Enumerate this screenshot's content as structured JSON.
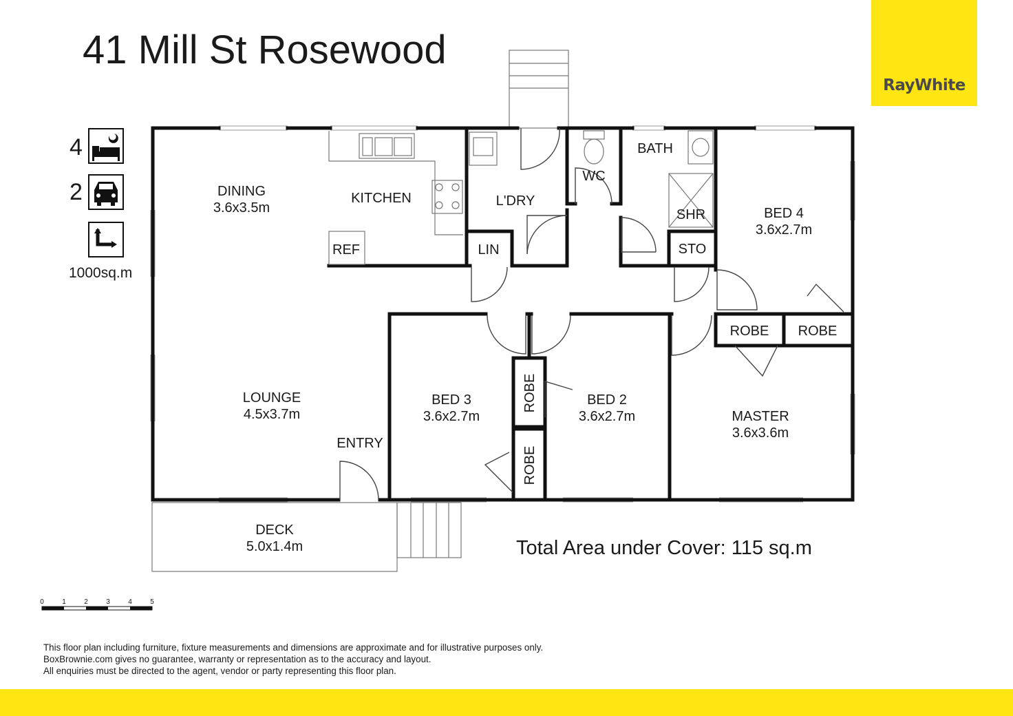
{
  "title": "41 Mill St Rosewood",
  "brand": {
    "name": "RayWhite",
    "color": "#ffe512"
  },
  "stats": {
    "bedrooms": "4",
    "parking": "2",
    "land_area": "1000sq.m"
  },
  "icons": [
    "bed-icon",
    "car-icon",
    "land-area-icon"
  ],
  "rooms": {
    "dining": {
      "name": "DINING",
      "size": "3.6x3.5m"
    },
    "kitchen": {
      "name": "KITCHEN"
    },
    "ref": {
      "name": "REF"
    },
    "laundry": {
      "name": "L'DRY"
    },
    "linen": {
      "name": "LIN"
    },
    "wc": {
      "name": "WC"
    },
    "bath": {
      "name": "BATH"
    },
    "shower": {
      "name": "SHR"
    },
    "storage": {
      "name": "STO"
    },
    "bed4": {
      "name": "BED 4",
      "size": "3.6x2.7m"
    },
    "lounge": {
      "name": "LOUNGE",
      "size": "4.5x3.7m"
    },
    "entry": {
      "name": "ENTRY"
    },
    "bed3": {
      "name": "BED 3",
      "size": "3.6x2.7m"
    },
    "bed2": {
      "name": "BED 2",
      "size": "3.6x2.7m"
    },
    "robe_upper": {
      "name": "ROBE"
    },
    "robe_lower": {
      "name": "ROBE"
    },
    "robe_master": {
      "name": "ROBE"
    },
    "robe_bed4": {
      "name": "ROBE"
    },
    "master": {
      "name": "MASTER",
      "size": "3.6x3.6m"
    },
    "deck": {
      "name": "DECK",
      "size": "5.0x1.4m"
    }
  },
  "total_area": "Total Area under Cover: 115 sq.m",
  "scale": {
    "labels": [
      "0",
      "1",
      "2",
      "3",
      "4",
      "5"
    ]
  },
  "disclaimer": [
    "This floor plan including furniture, fixture measurements and dimensions are approximate and for illustrative purposes only.",
    "BoxBrownie.com gives no guarantee, warranty or representation as to the accuracy and layout.",
    "All enquiries must be directed to the agent, vendor or party representing this floor plan."
  ]
}
